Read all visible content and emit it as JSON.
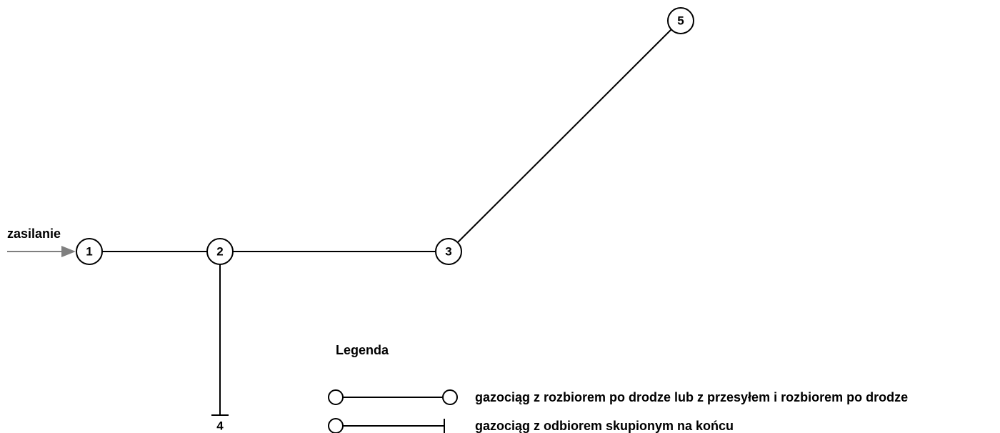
{
  "diagram": {
    "feed_label": "zasilanie",
    "nodes": [
      {
        "id": "1",
        "label": "1"
      },
      {
        "id": "2",
        "label": "2"
      },
      {
        "id": "3",
        "label": "3"
      },
      {
        "id": "4",
        "label": "4"
      },
      {
        "id": "5",
        "label": "5"
      }
    ],
    "edges": [
      {
        "from": "1",
        "to": "2",
        "type": "distribution"
      },
      {
        "from": "2",
        "to": "3",
        "type": "distribution"
      },
      {
        "from": "3",
        "to": "5",
        "type": "distribution"
      },
      {
        "from": "2",
        "to": "4",
        "type": "end-consumption"
      }
    ]
  },
  "legend": {
    "title": "Legenda",
    "items": [
      {
        "symbol": "circle-to-circle",
        "text": "gazociąg z rozbiorem po drodze lub z przesyłem i rozbiorem po drodze"
      },
      {
        "symbol": "circle-to-bar",
        "text": "gazociąg z odbiorem skupionym na końcu"
      }
    ]
  },
  "colors": {
    "line": "#000000",
    "feed_arrow": "#7f7f7f",
    "background": "#ffffff"
  }
}
